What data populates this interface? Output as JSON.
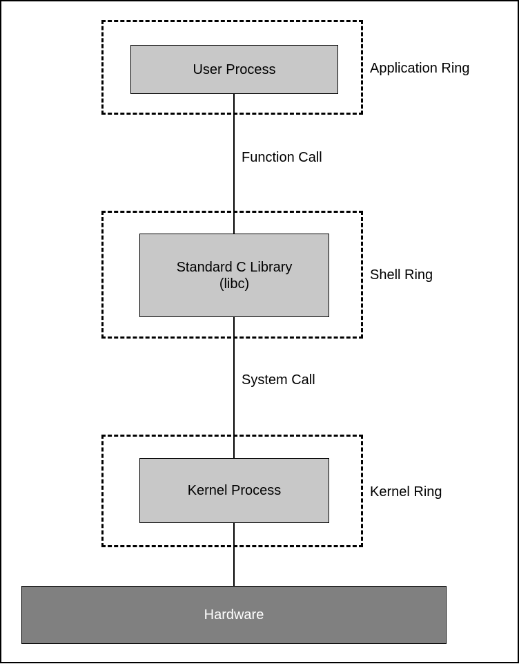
{
  "diagram": {
    "rings": {
      "application": {
        "label": "Application Ring"
      },
      "shell": {
        "label": "Shell Ring"
      },
      "kernel": {
        "label": "Kernel Ring"
      }
    },
    "boxes": {
      "user_process": {
        "label": "User Process"
      },
      "libc": {
        "line1": "Standard C Library",
        "line2": "(libc)"
      },
      "kernel_process": {
        "label": "Kernel Process"
      },
      "hardware": {
        "label": "Hardware"
      }
    },
    "connections": {
      "function_call": {
        "label": "Function Call"
      },
      "system_call": {
        "label": "System Call"
      }
    },
    "colors": {
      "box_fill": "#c8c8c8",
      "hardware_fill": "#808080",
      "hardware_text": "#ffffff",
      "line": "#000000"
    }
  }
}
